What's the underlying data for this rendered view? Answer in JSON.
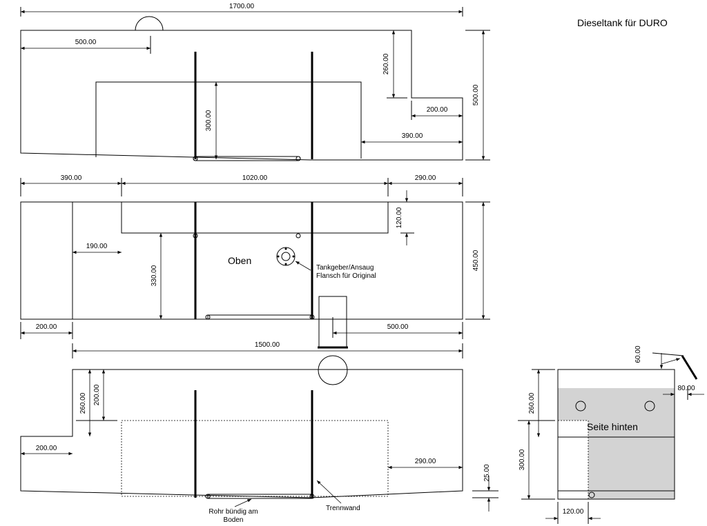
{
  "title": "Dieseltank für DURO",
  "side_view": {
    "dims": {
      "length": "1700.00",
      "to_filler": "500.00",
      "step_height": "260.00",
      "height": "500.00",
      "step_length": "200.00",
      "inner_height": "300.00",
      "right_offset": "390.00"
    }
  },
  "top_view": {
    "label": "Oben",
    "flange_label_1": "Tankgeber/Ansaug",
    "flange_label_2": "Flansch für Original",
    "dims": {
      "left": "390.00",
      "middle": "1020.00",
      "right": "290.00",
      "inset_height": "120.00",
      "left_inset": "190.00",
      "height": "450.00",
      "inner_height": "330.00",
      "bottom_left": "200.00",
      "bottom_right": "500.00",
      "overall": "1500.00"
    }
  },
  "front_view": {
    "pipe_label_1": "Rohr bündig am",
    "pipe_label_2": "Boden",
    "wall_label": "Trennwand",
    "dims": {
      "height_left": "260.00",
      "inner_height": "200.00",
      "left_step": "200.00",
      "right_offset": "290.00",
      "bottom_slope": "25.00"
    }
  },
  "rear_view": {
    "label": "Seite hinten",
    "dims": {
      "top_offset": "60.00",
      "side": "80.00",
      "upper_height": "260.00",
      "lower_height": "300.00",
      "bottom_width": "120.00"
    }
  }
}
